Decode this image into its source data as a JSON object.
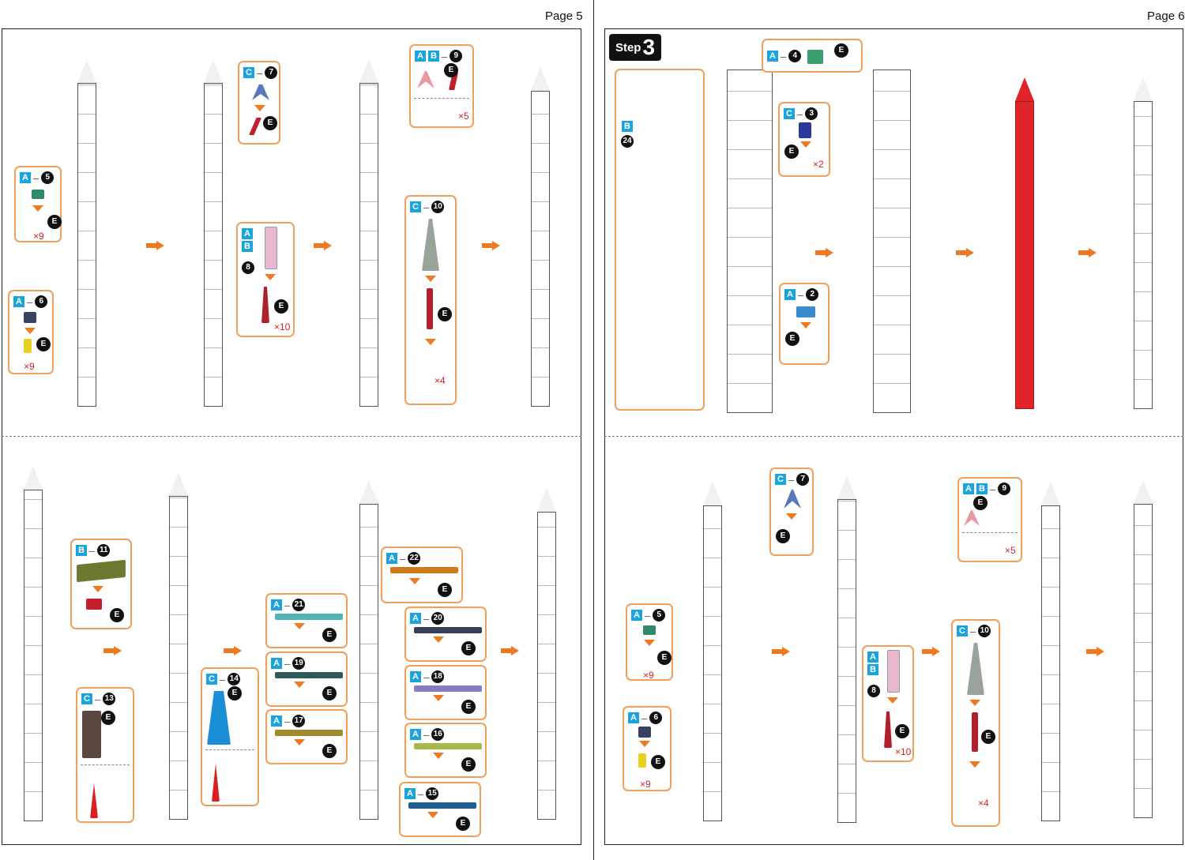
{
  "pages": {
    "left": "Page 5",
    "right": "Page 6"
  },
  "step": {
    "word": "Step",
    "number": "3"
  },
  "e_label": "E",
  "callouts": {
    "p5_a5": {
      "parts": [
        "A"
      ],
      "number": "5",
      "multiplier": "×9"
    },
    "p5_a6": {
      "parts": [
        "A"
      ],
      "number": "6",
      "multiplier": "×9"
    },
    "p5_c7": {
      "parts": [
        "C"
      ],
      "number": "7"
    },
    "p5_ab8": {
      "parts": [
        "A",
        "B"
      ],
      "number": "8",
      "multiplier": "×10"
    },
    "p5_ab9": {
      "parts": [
        "A",
        "B"
      ],
      "number": "9",
      "multiplier": "×5"
    },
    "p5_c10": {
      "parts": [
        "C"
      ],
      "number": "10",
      "multiplier": "×4"
    },
    "p5_b11": {
      "parts": [
        "B"
      ],
      "number": "11"
    },
    "p5_c13": {
      "parts": [
        "C"
      ],
      "number": "13"
    },
    "p5_c14": {
      "parts": [
        "C"
      ],
      "number": "14"
    },
    "p5_a22": {
      "parts": [
        "A"
      ],
      "number": "22"
    },
    "p5_a21": {
      "parts": [
        "A"
      ],
      "number": "21"
    },
    "p5_a20": {
      "parts": [
        "A"
      ],
      "number": "20"
    },
    "p5_a19": {
      "parts": [
        "A"
      ],
      "number": "19"
    },
    "p5_a18": {
      "parts": [
        "A"
      ],
      "number": "18"
    },
    "p5_a17": {
      "parts": [
        "A"
      ],
      "number": "17"
    },
    "p5_a16": {
      "parts": [
        "A"
      ],
      "number": "16"
    },
    "p5_a15": {
      "parts": [
        "A"
      ],
      "number": "15"
    },
    "p6_b24": {
      "parts": [
        "B"
      ],
      "number": "24"
    },
    "p6_a4": {
      "parts": [
        "A"
      ],
      "number": "4"
    },
    "p6_c3": {
      "parts": [
        "C"
      ],
      "number": "3",
      "multiplier": "×2"
    },
    "p6_a2": {
      "parts": [
        "A"
      ],
      "number": "2"
    },
    "p6_c7": {
      "parts": [
        "C"
      ],
      "number": "7"
    },
    "p6_ab9": {
      "parts": [
        "A",
        "B"
      ],
      "number": "9",
      "multiplier": "×5"
    },
    "p6_a5": {
      "parts": [
        "A"
      ],
      "number": "5",
      "multiplier": "×9"
    },
    "p6_a6": {
      "parts": [
        "A"
      ],
      "number": "6",
      "multiplier": "×9"
    },
    "p6_ab8": {
      "parts": [
        "A",
        "B"
      ],
      "number": "8",
      "multiplier": "×10"
    },
    "p6_c10": {
      "parts": [
        "C"
      ],
      "number": "10",
      "multiplier": "×4"
    }
  },
  "colors": {
    "callout_border": "#f0a05a",
    "arrow": "#f07820",
    "part_letter_bg": "#1ba3de",
    "purple_piece": "#b79ad6",
    "red_piece": "#e0242a",
    "olive": "#6b7a30",
    "teal": "#4fb3b8",
    "navy": "#3a3f5c",
    "dark_teal": "#2e5a5a",
    "lavender": "#8a7cc4",
    "gold": "#a08a2a",
    "lime": "#a8b84a",
    "blue": "#1f5f8f",
    "orange_piece": "#d07a1f",
    "green": "#2e8a6a",
    "brown": "#5a4840",
    "blue_c": "#1a8fd6",
    "grey": "#9aa39a",
    "pink": "#e8b8d0",
    "dark_red": "#b0202a"
  }
}
